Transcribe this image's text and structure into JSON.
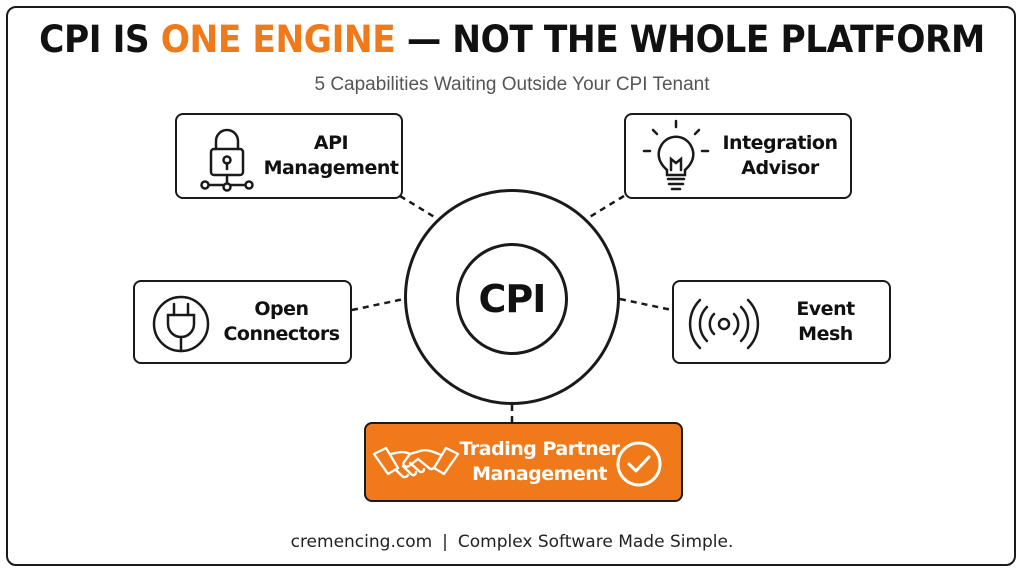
{
  "title": {
    "part1": "CPI IS ",
    "accent": "ONE ENGINE",
    "part2": " — NOT THE WHOLE PLATFORM"
  },
  "subtitle": "5 Capabilities Waiting Outside Your CPI Tenant",
  "center": {
    "label": "CPI"
  },
  "capabilities": {
    "api_management": {
      "line1": "API",
      "line2": "Management",
      "icon": "lock-network-icon"
    },
    "integration_advisor": {
      "line1": "Integration",
      "line2": "Advisor",
      "icon": "lightbulb-icon"
    },
    "open_connectors": {
      "line1": "Open",
      "line2": "Connectors",
      "icon": "plug-icon"
    },
    "event_mesh": {
      "line1": "Event",
      "line2": "Mesh",
      "icon": "broadcast-icon"
    },
    "trading_partner": {
      "line1": "Trading Partner",
      "line2": "Management",
      "icon": "handshake-icon",
      "badge_icon": "check-circle-icon"
    }
  },
  "footer": {
    "site": "cremencing.com",
    "separator": "|",
    "tagline": "Complex Software Made Simple."
  },
  "colors": {
    "accent": "#f07a1a",
    "ink": "#1a1a1a"
  }
}
